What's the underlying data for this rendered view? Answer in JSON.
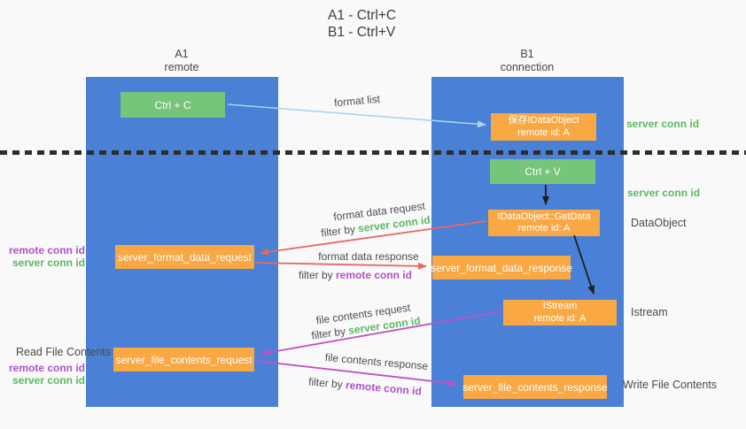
{
  "title": {
    "line1": "A1 - Ctrl+C",
    "line2": "B1 - Ctrl+V"
  },
  "lanes": {
    "left": {
      "name": "A1",
      "role": "remote"
    },
    "right": {
      "name": "B1",
      "role": "connection"
    }
  },
  "nodes": {
    "ctrl_c": "Ctrl + C",
    "ctrl_v": "Ctrl + V",
    "save_idataobject": {
      "line1": "保存IDataObject",
      "line2": "remote id: A"
    },
    "getdata": {
      "line1": "IDataObject::GetData",
      "line2": "remote id: A"
    },
    "istream": {
      "line1": "IStream",
      "line2": "remote id: A"
    },
    "server_format_data_request": "server_format_data_request",
    "server_format_data_response": "server_format_data_response",
    "server_file_contents_request": "server_file_contents_request",
    "server_file_contents_response": "server_file_contents_response"
  },
  "annotations": {
    "server_conn_top": "server conn id",
    "server_conn_mid": "server conn id",
    "data_object": "DataObject",
    "istream": "Istream",
    "write_file_contents": "Write File Contents",
    "read_file_contents": "Read File Contents",
    "left_top": {
      "remote": "remote conn id",
      "server": "server conn id"
    },
    "left_bottom": {
      "remote": "remote conn id",
      "server": "server conn id"
    }
  },
  "edges": {
    "format_list": {
      "text": "format list"
    },
    "format_data_request": {
      "text": "format data request"
    },
    "filter_server_1": {
      "prefix": "filter by ",
      "value": "server conn id"
    },
    "format_data_response": {
      "text": "format data response"
    },
    "filter_remote_1": {
      "prefix": "filter by ",
      "value": "remote conn id"
    },
    "file_contents_request": {
      "text": "file contents request"
    },
    "filter_server_2": {
      "prefix": "filter by ",
      "value": "server conn id"
    },
    "file_contents_response": {
      "text": "file contents response"
    },
    "filter_remote_2": {
      "prefix": "filter by ",
      "value": "remote conn id"
    }
  },
  "colors": {
    "background": "#f9f9f9",
    "lane_blue": "#4a80d5",
    "box_green": "#77c47b",
    "box_orange": "#f9a843",
    "arrow_red": "#e8685f",
    "arrow_magenta": "#bf53c4",
    "arrow_blue": "#a9d2ee",
    "arrow_black": "#1f1f1f",
    "text_green": "#5cb860",
    "text_purple": "#b052c8",
    "text_gray": "#4a4a4a"
  }
}
